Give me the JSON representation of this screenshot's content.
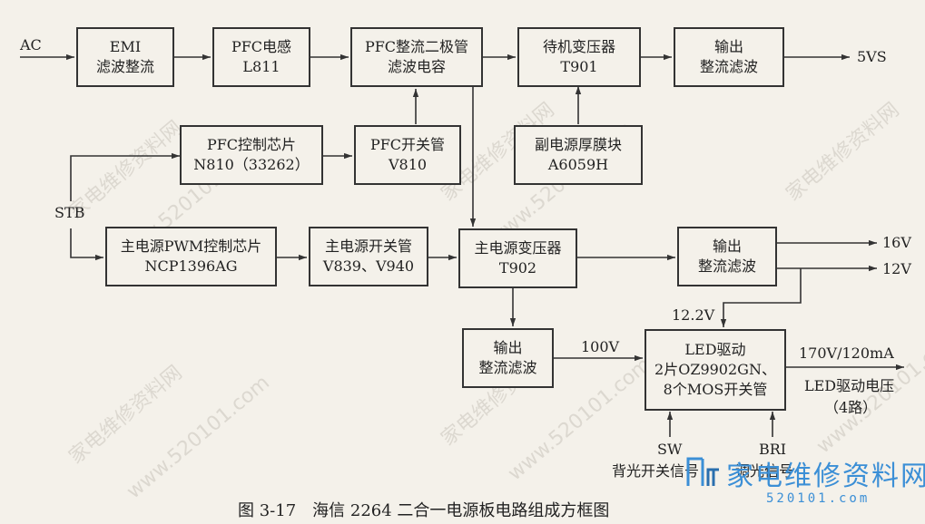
{
  "blocks": {
    "emi": {
      "line1": "EMI",
      "line2": "滤波整流"
    },
    "pfc_inductor": {
      "line1": "PFC电感",
      "line2": "L811"
    },
    "pfc_rectifier": {
      "line1": "PFC整流二极管",
      "line2": "滤波电容"
    },
    "standby_transformer": {
      "line1": "待机变压器",
      "line2": "T901"
    },
    "output_rect_top": {
      "line1": "输出",
      "line2": "整流滤波"
    },
    "pfc_control_chip": {
      "line1": "PFC控制芯片",
      "line2": "N810（33262）"
    },
    "pfc_switch": {
      "line1": "PFC开关管",
      "line2": "V810"
    },
    "aux_power_module": {
      "line1": "副电源厚膜块",
      "line2": "A6059H"
    },
    "main_pwm_chip": {
      "line1": "主电源PWM控制芯片",
      "line2": "NCP1396AG"
    },
    "main_switch": {
      "line1": "主电源开关管",
      "line2": "V839、V940"
    },
    "main_transformer": {
      "line1": "主电源变压器",
      "line2": "T902"
    },
    "output_rect_mid": {
      "line1": "输出",
      "line2": "整流滤波"
    },
    "output_rect_bottom": {
      "line1": "输出",
      "line2": "整流滤波"
    },
    "led_driver": {
      "line1": "LED驱动",
      "line2": "2片OZ9902GN、",
      "line3": "8个MOS开关管"
    }
  },
  "labels": {
    "ac": "AC",
    "vs5": "5VS",
    "stb": "STB",
    "v16": "16V",
    "v12": "12V",
    "v12_2": "12.2V",
    "v100": "100V",
    "v170": "170V/120mA",
    "led_out_line1": "LED驱动电压",
    "led_out_line2": "（4路）",
    "sw": "SW",
    "sw_desc": "背光开关信号",
    "bri": "BRI",
    "bri_desc": "调光信号"
  },
  "caption": "图 3-17　海信 2264 二合一电源板电路组成方框图",
  "watermark": {
    "text": "家电维修资料网",
    "url": "www.520101.com"
  },
  "logo": {
    "main": "家电维修资料网",
    "url": "520101.com"
  }
}
